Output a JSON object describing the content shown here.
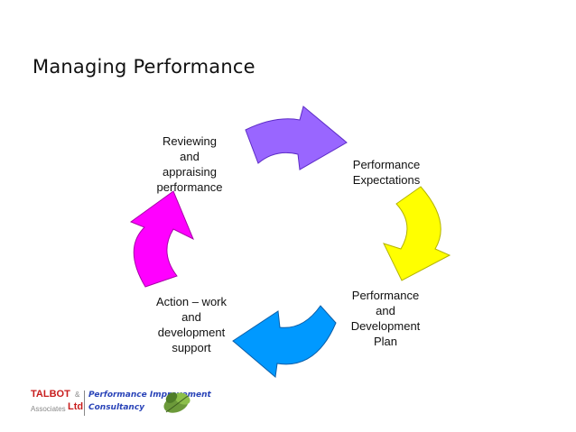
{
  "title": "Managing Performance",
  "cycle": {
    "stages": [
      {
        "label": "Performance\nExpectations",
        "arrow_color": "#ffff00"
      },
      {
        "label": "Performance\nand\nDevelopment\nPlan",
        "arrow_color": "#0099ff"
      },
      {
        "label": "Action – work\nand\ndevelopment\nsupport",
        "arrow_color": "#ff00ff"
      },
      {
        "label": "Reviewing\nand\nappraising\nperformance",
        "arrow_color": "#9966ff"
      }
    ]
  },
  "footer": {
    "company_line1": "TALBOT",
    "ampersand": "&",
    "company_line2": "Associates",
    "ltd": "Ltd",
    "consultancy_line1": "Performance Improvement",
    "consultancy_line2": "Consultancy"
  }
}
